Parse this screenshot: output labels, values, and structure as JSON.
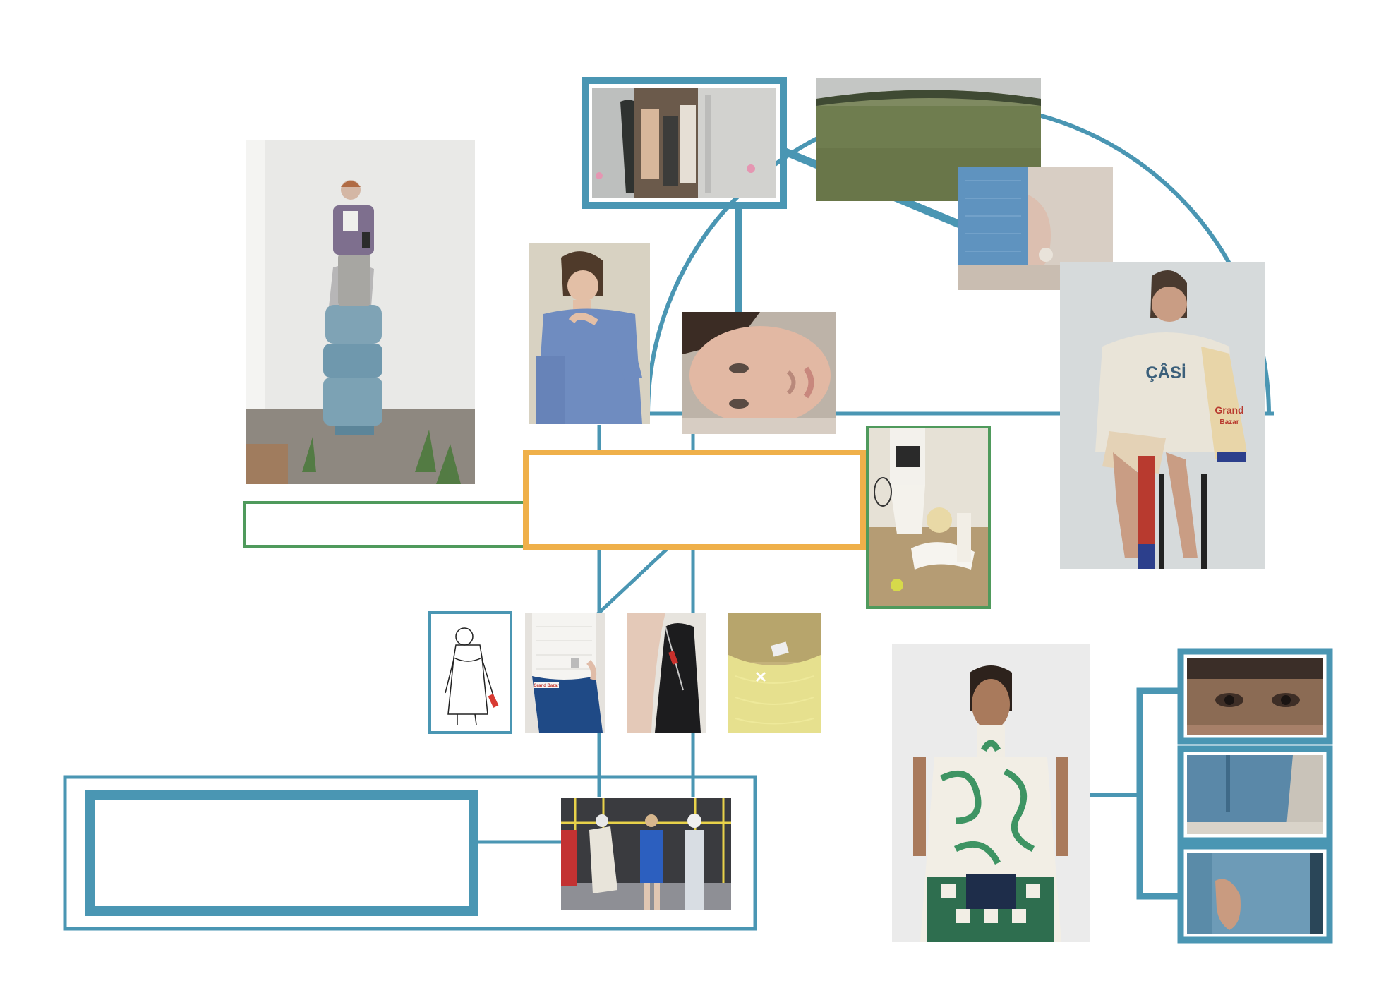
{
  "colors": {
    "accent_blue": "#4a96b3",
    "accent_orange": "#efb04a",
    "accent_green": "#4f9a5c",
    "background": "#ffffff"
  },
  "prints": {
    "sweatshirt": "ÇÂSİ",
    "scarf_top": "Grand",
    "scarf_bottom": "Bazar",
    "waist_label": "Grand Bazar"
  },
  "icon_names": [
    "garment-sketch-icon"
  ]
}
